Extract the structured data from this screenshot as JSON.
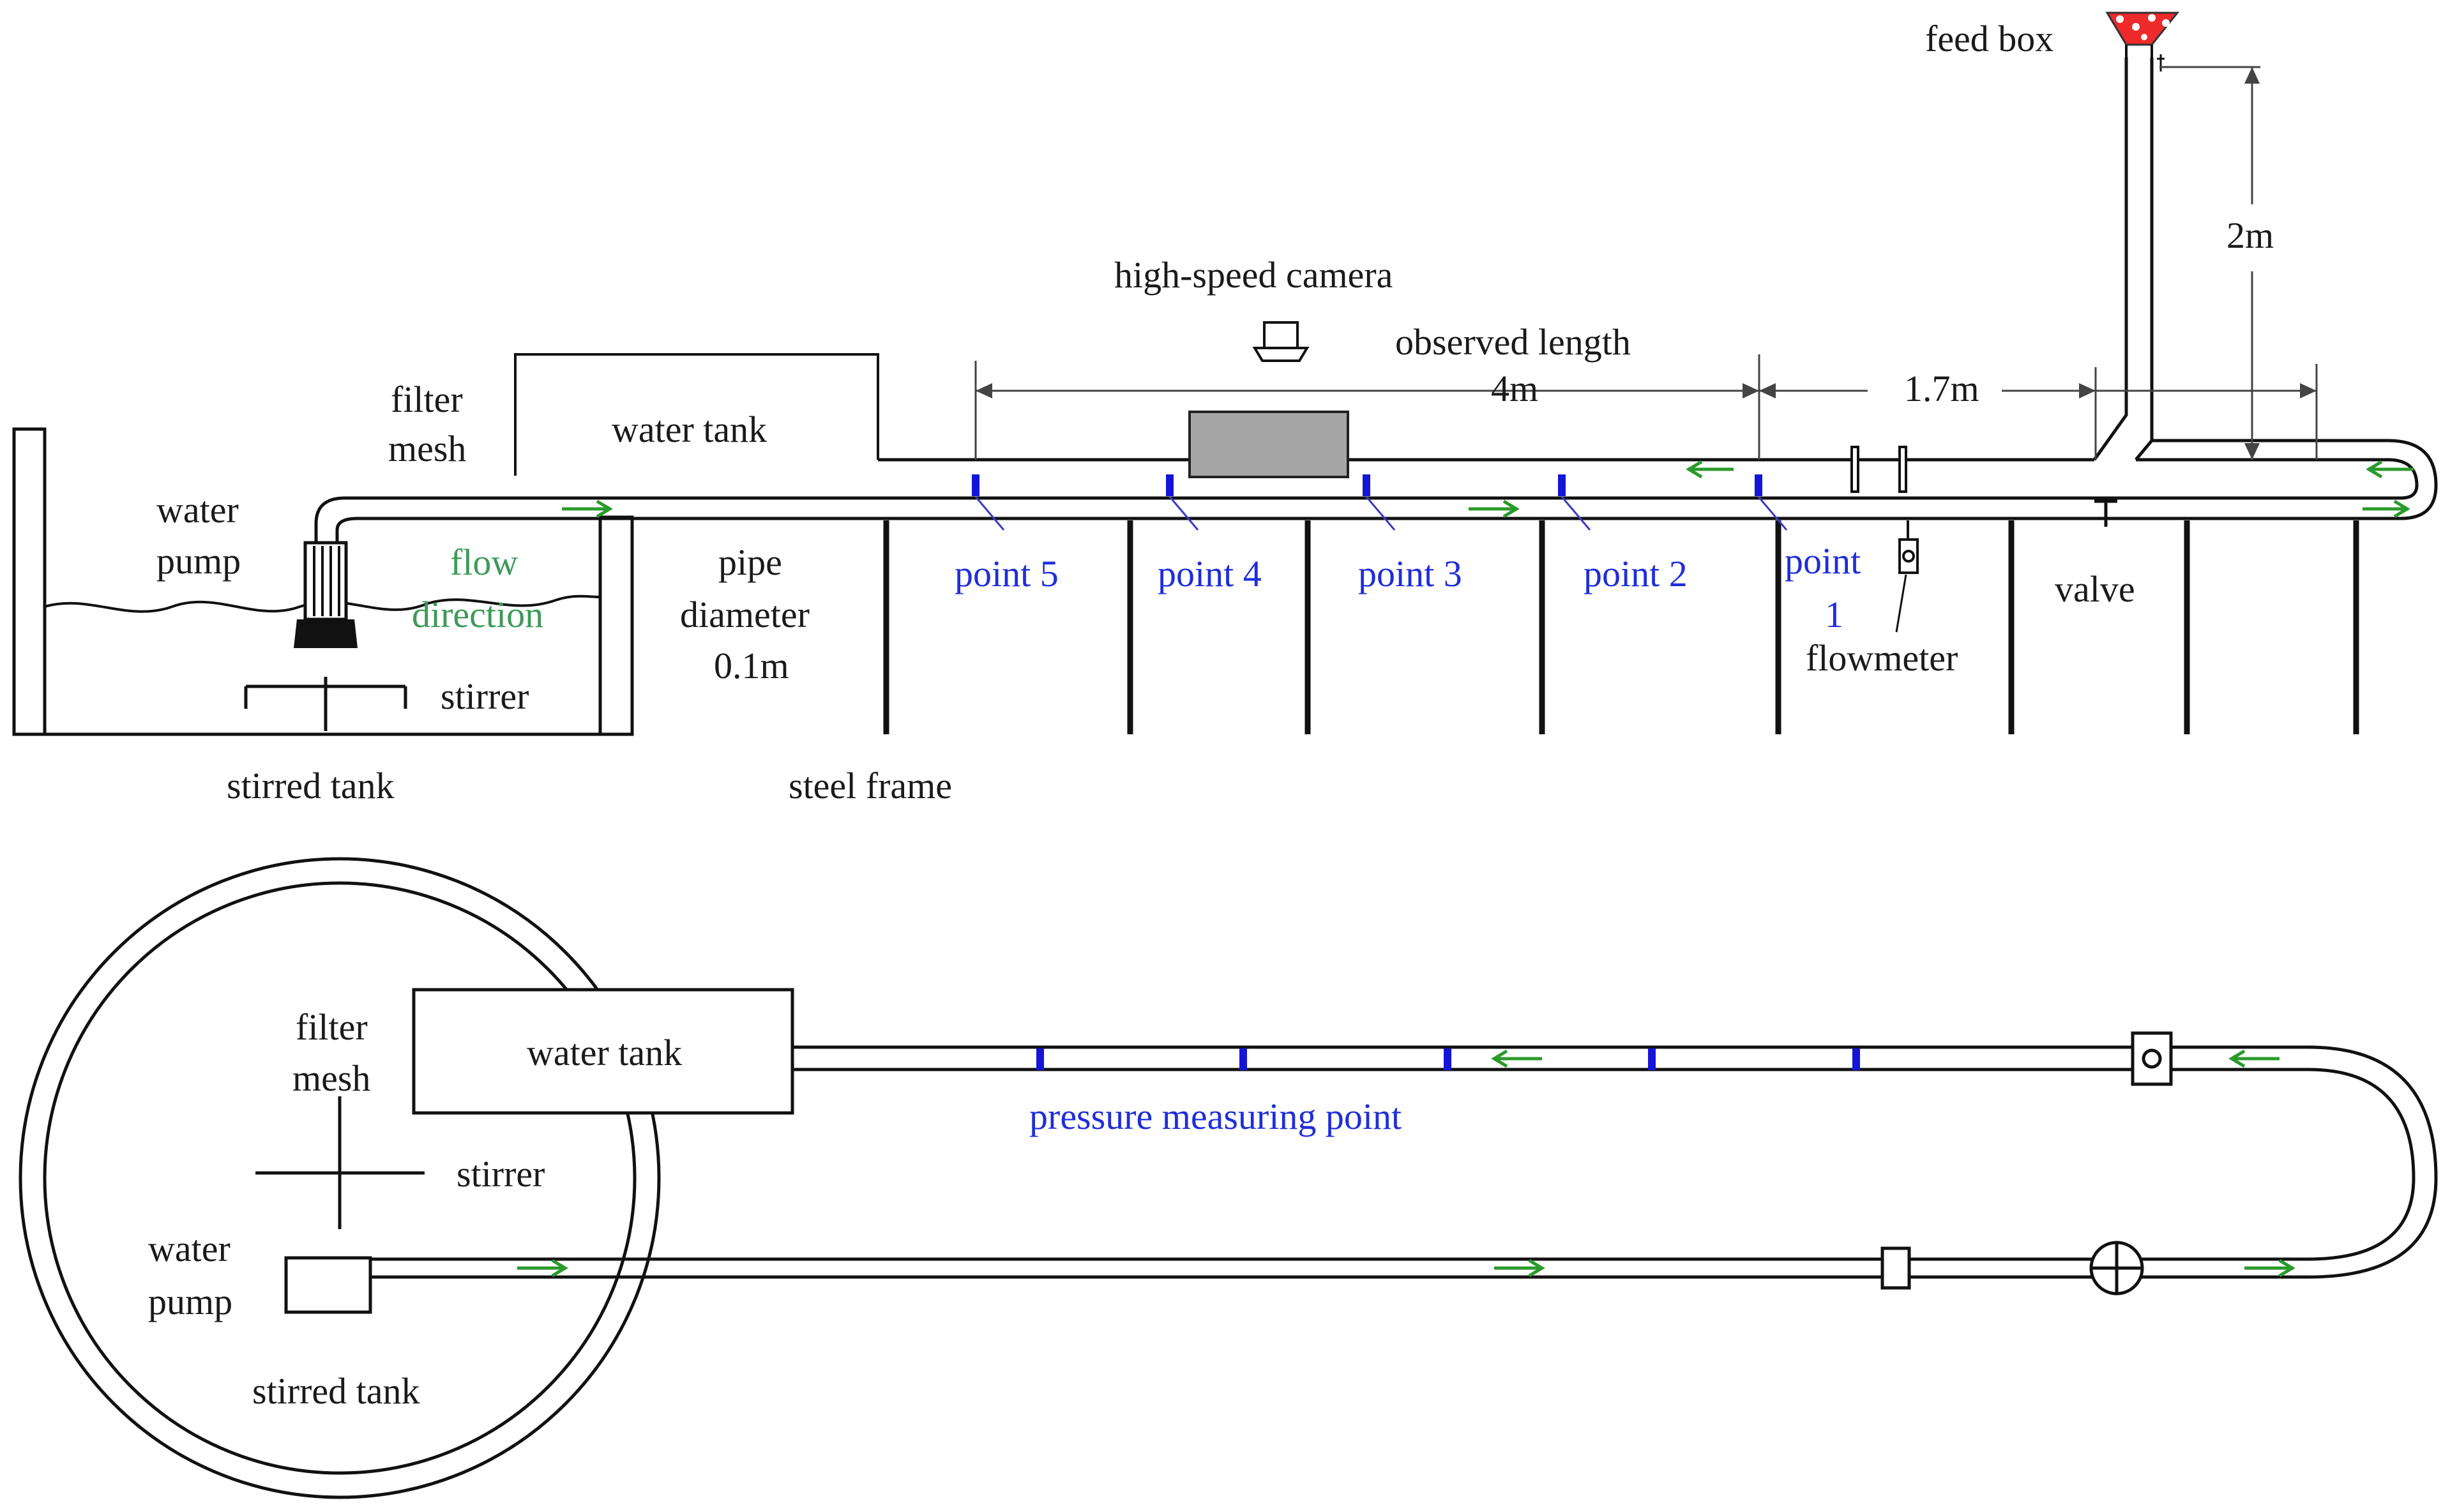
{
  "colors": {
    "label": "#1a1a1a",
    "measuring_point": "#1f2ddb",
    "flow_label": "#3d9a5a",
    "flow_arrow": "#2a9a2a",
    "feed_particles": "#e0202a"
  },
  "side_view": {
    "feed_box": "feed box",
    "high_speed_camera": "high-speed camera",
    "observed_length_label": "observed length",
    "observed_length_value": "4m",
    "dist_1_7": "1.7m",
    "height_2": "2m",
    "filter_mesh_1": "filter",
    "filter_mesh_2": "mesh",
    "water_tank": "water tank",
    "water_pump_1": "water",
    "water_pump_2": "pump",
    "flow_dir_1": "flow",
    "flow_dir_2": "direction",
    "stirrer": "stirrer",
    "stirred_tank": "stirred tank",
    "pipe_diameter_1": "pipe",
    "pipe_diameter_2": "diameter",
    "pipe_diameter_3": "0.1m",
    "steel_frame": "steel frame",
    "points": [
      "point 5",
      "point 4",
      "point 3",
      "point 2"
    ],
    "point1_a": "point",
    "point1_b": "1",
    "flowmeter": "flowmeter",
    "valve": "valve"
  },
  "top_view": {
    "filter_mesh_1": "filter",
    "filter_mesh_2": "mesh",
    "water_tank": "water tank",
    "stirrer": "stirrer",
    "water_pump_1": "water",
    "water_pump_2": "pump",
    "stirred_tank": "stirred tank",
    "pressure_point": "pressure measuring point"
  }
}
